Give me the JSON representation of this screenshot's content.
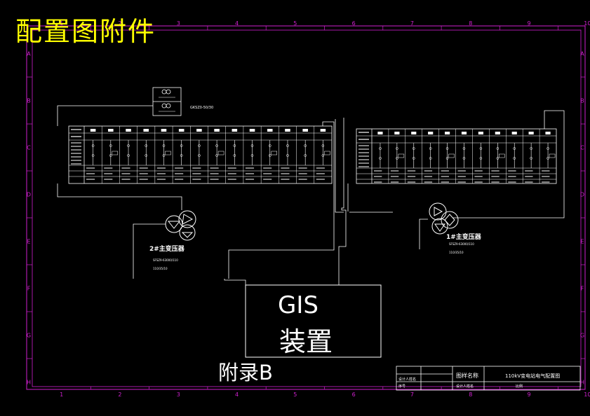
{
  "heading": "配置图附件",
  "ruler": {
    "columns": [
      "1",
      "2",
      "3",
      "4",
      "5",
      "6",
      "7",
      "8",
      "9",
      "10"
    ],
    "rows": [
      "A",
      "B",
      "C",
      "D",
      "E",
      "F",
      "G",
      "H"
    ]
  },
  "panel_caption": "GKSZ0-50/30",
  "transformers": {
    "left": {
      "name": "2#主变压器",
      "model": "SFSZ9-63000/110",
      "ratio": "110/35/10"
    },
    "right": {
      "name": "1#主变压器",
      "model": "SFSZ9-63000/110",
      "ratio": "110/35/10"
    }
  },
  "gis": {
    "line1": "GIS",
    "line2": "装置"
  },
  "appendix": "附录B",
  "title_block": {
    "drawing_name_label": "图样名称",
    "drawing_name": "110kV变电站电气配置图",
    "designer_label": "设计人姓名",
    "seq_label": "序号",
    "scale_label": "比例"
  },
  "colors": {
    "background": "#000000",
    "frame": "#d020d0",
    "lines": "#ffffff",
    "heading": "#ffff00"
  }
}
